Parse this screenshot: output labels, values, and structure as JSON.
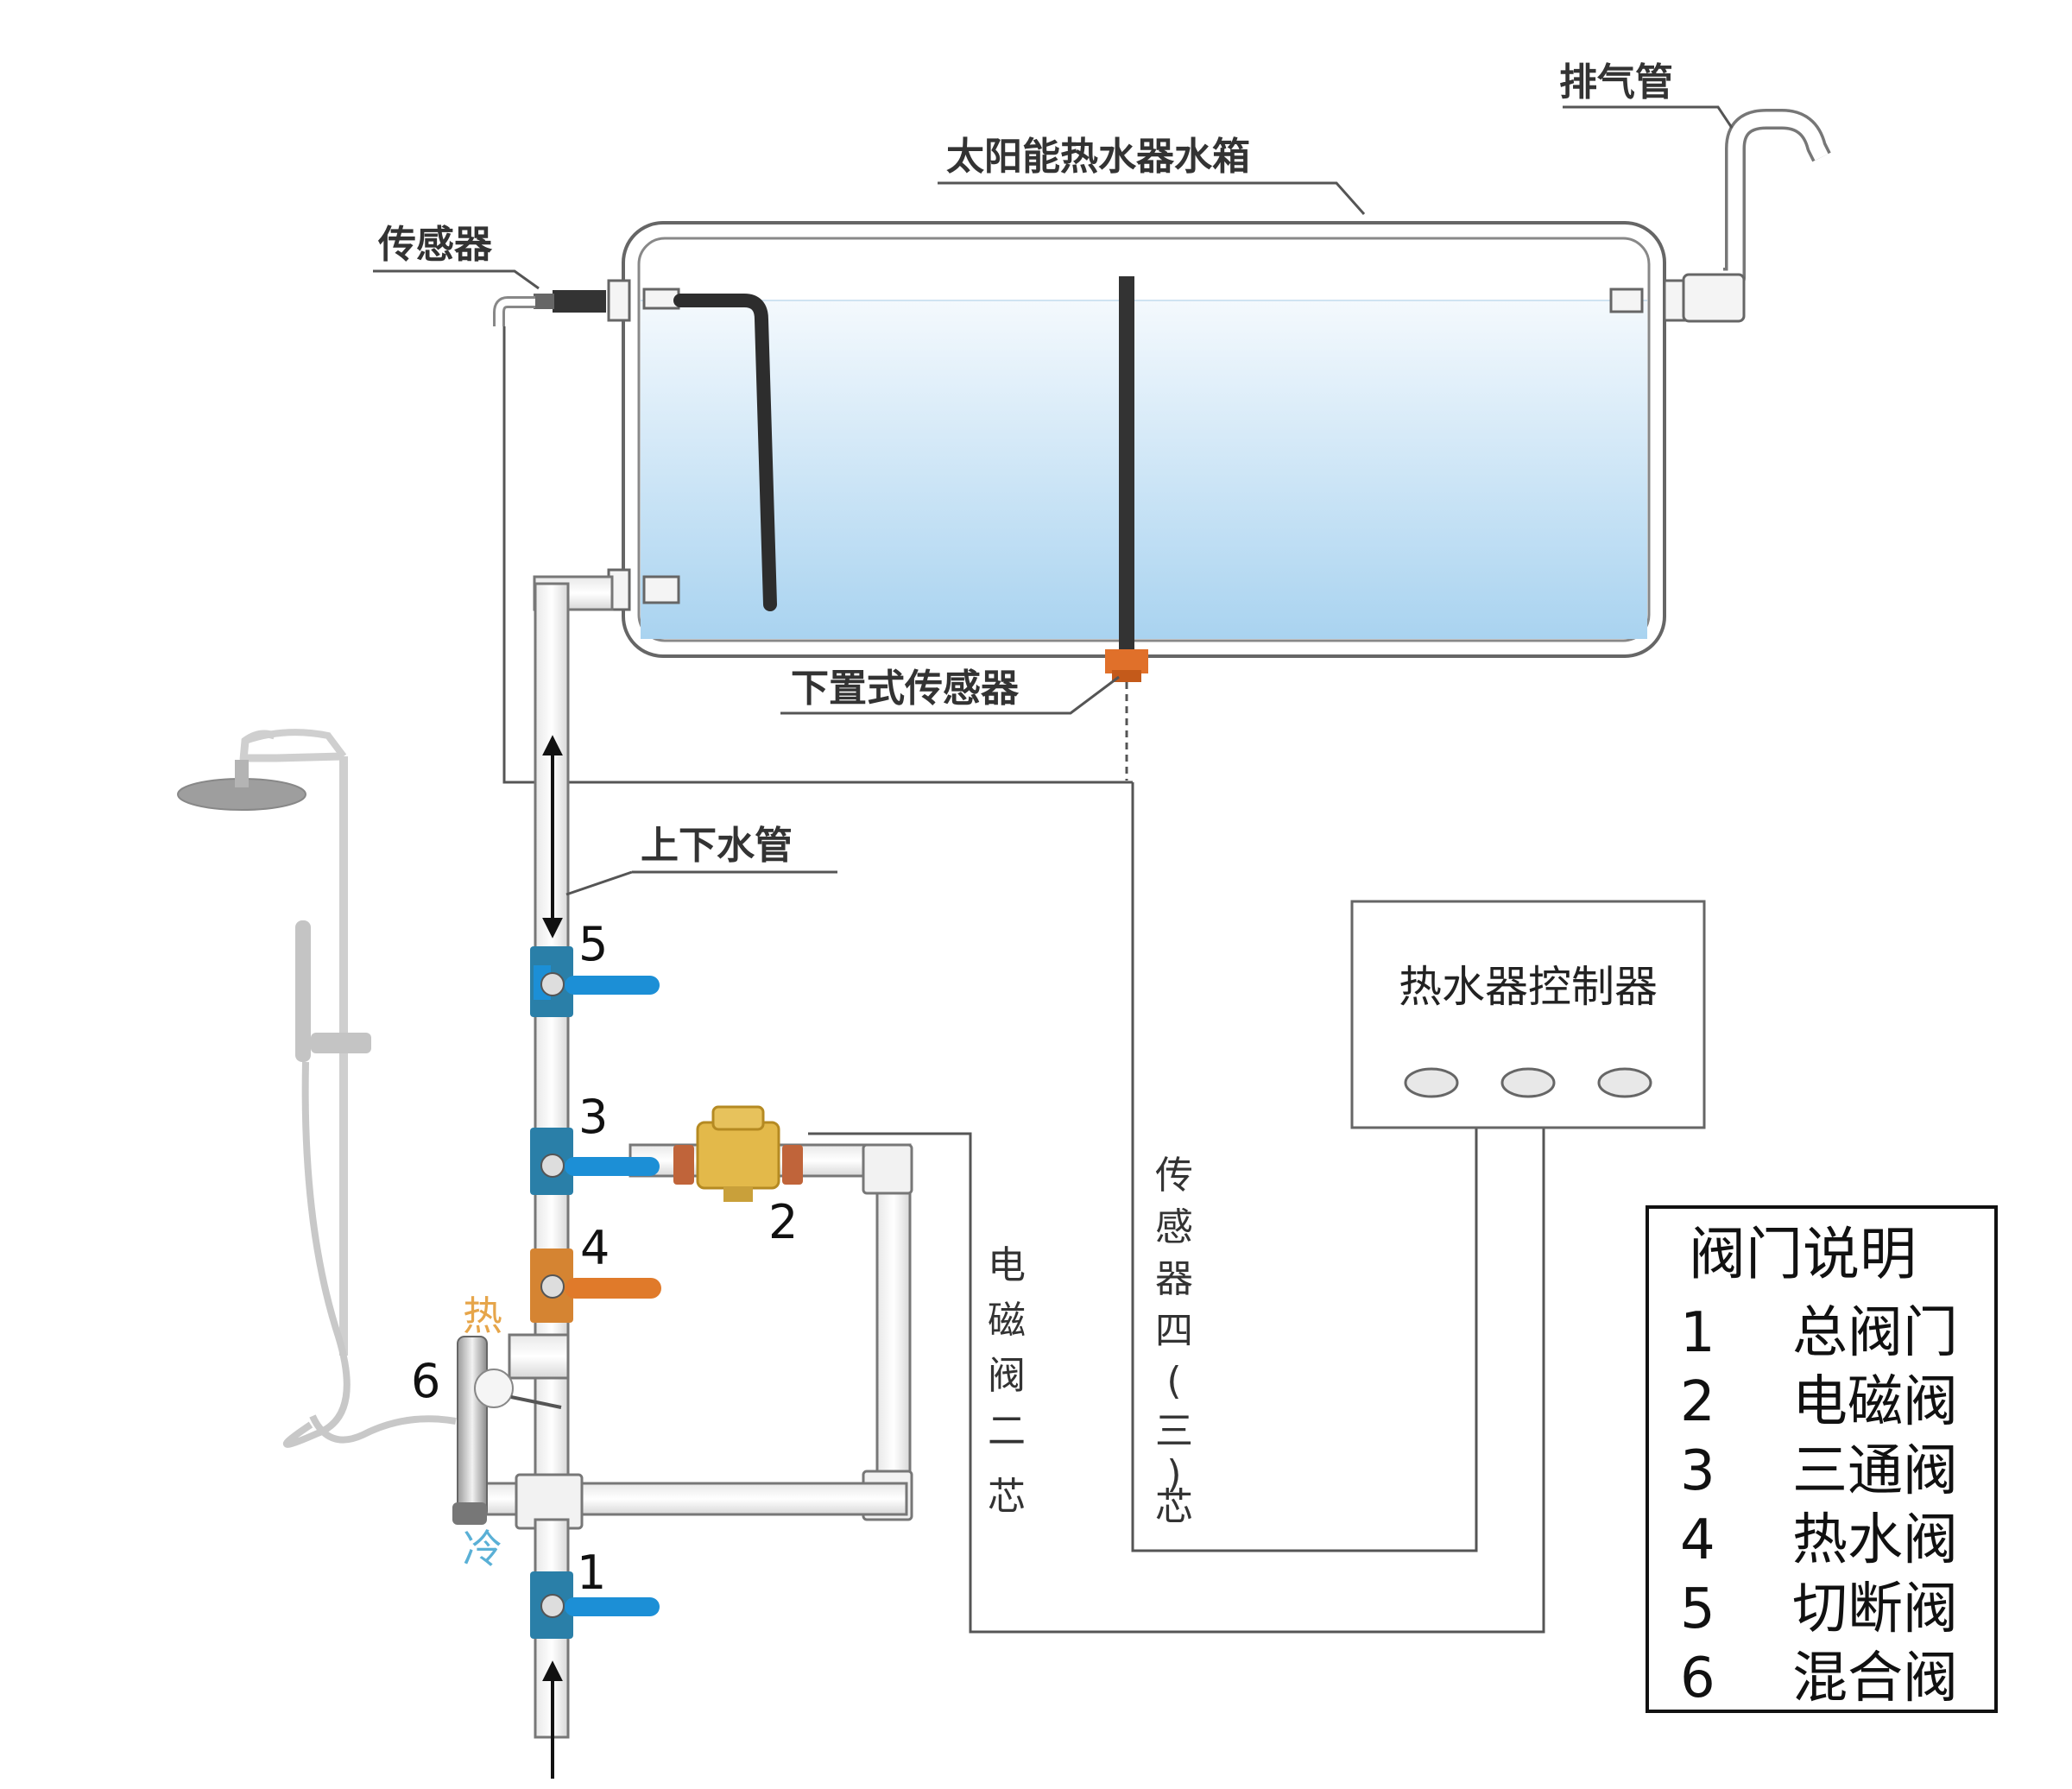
{
  "labels": {
    "exhaust_pipe": "排气管",
    "tank": "太阳能热水器水箱",
    "sensor": "传感器",
    "bottom_sensor": "下置式传感器",
    "supply_pipe": "上下水管",
    "controller": "热水器控制器",
    "hot": "热",
    "cold": "冷",
    "solenoid_wire": [
      "电",
      "磁",
      "阀",
      "二",
      "芯"
    ],
    "sensor_wire": [
      "传",
      "感",
      "器",
      "四",
      "(",
      "三",
      ")",
      "芯"
    ]
  },
  "valve_numbers": {
    "v5": "5",
    "v3": "3",
    "v2": "2",
    "v4": "4",
    "v6": "6",
    "v1": "1"
  },
  "legend": {
    "title": "阀门说明",
    "items": [
      {
        "num": "1",
        "name": "总阀门"
      },
      {
        "num": "2",
        "name": "电磁阀"
      },
      {
        "num": "3",
        "name": "三通阀"
      },
      {
        "num": "4",
        "name": "热水阀"
      },
      {
        "num": "5",
        "name": "切断阀"
      },
      {
        "num": "6",
        "name": "混合阀"
      }
    ]
  },
  "colors": {
    "water_top": "#f4f9fd",
    "water_bottom": "#a9d3f0",
    "valve_blue": "#1c8fd6",
    "valve_teal": "#2a7fa8",
    "hot_valve": "#d58432",
    "handle_orange": "#e07a2a",
    "brass": "#e3b94a",
    "sensor_orange": "#e0702a",
    "hot_text": "#e6a54a",
    "cold_text": "#5ab0d6",
    "wire": "#555555"
  }
}
